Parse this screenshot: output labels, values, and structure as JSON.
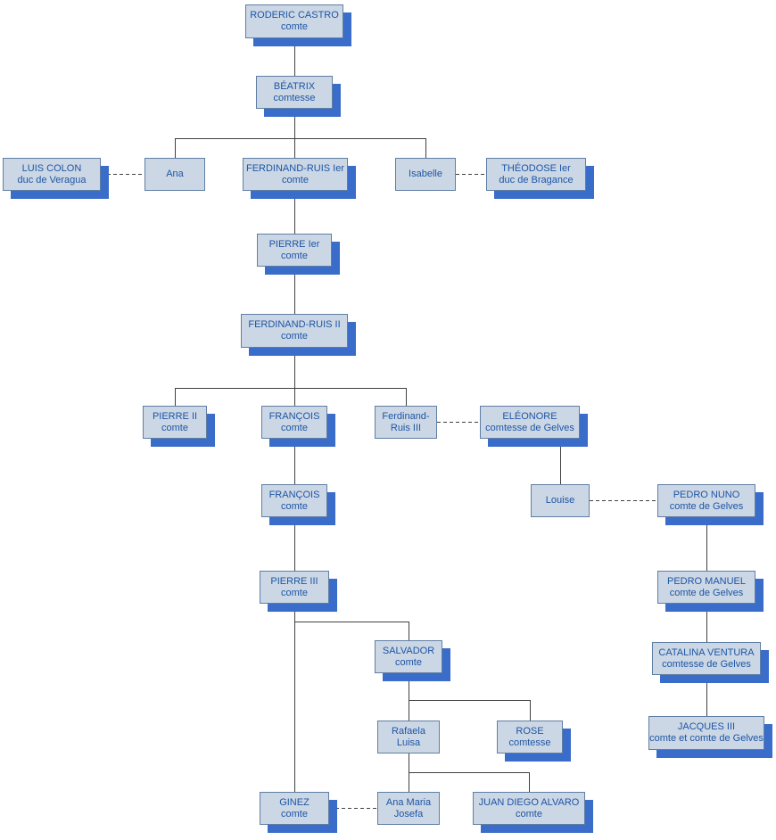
{
  "diagram": {
    "type": "family-tree",
    "colors": {
      "box_fill": "#ccd7e5",
      "box_border": "#5f7ea3",
      "box_text": "#1d55a5",
      "box_shadow": "#3a6cc9",
      "connector_line": "#404040",
      "background": "#ffffff"
    },
    "nodes": {
      "roderic_castro": {
        "line1": "RODERIC CASTRO",
        "line2": "comte"
      },
      "beatrix": {
        "line1": "BÉATRIX",
        "line2": "comtesse"
      },
      "luis_colon": {
        "line1": "LUIS COLON",
        "line2": "duc de Veragua"
      },
      "ana": {
        "line1": "Ana",
        "line2": ""
      },
      "ferdinand_ruis_1": {
        "line1": "FERDINAND-RUIS Ier",
        "line2": "comte"
      },
      "isabelle": {
        "line1": "Isabelle",
        "line2": ""
      },
      "theodose": {
        "line1": "THÉODOSE Ier",
        "line2": "duc de Bragance"
      },
      "pierre_1": {
        "line1": "PIERRE Ier",
        "line2": "comte"
      },
      "ferdinand_ruis_2": {
        "line1": "FERDINAND-RUIS II",
        "line2": "comte"
      },
      "pierre_2": {
        "line1": "PIERRE II",
        "line2": "comte"
      },
      "francois_1": {
        "line1": "FRANÇOIS",
        "line2": "comte"
      },
      "ferdinand_ruis_3": {
        "line1": "Ferdinand-",
        "line2": "Ruis III"
      },
      "eleonore": {
        "line1": "ELÉONORE",
        "line2": "comtesse de Gelves"
      },
      "francois_2": {
        "line1": "FRANÇOIS",
        "line2": "comte"
      },
      "louise": {
        "line1": "Louise",
        "line2": ""
      },
      "pedro_nuno": {
        "line1": "PEDRO NUNO",
        "line2": "comte de Gelves"
      },
      "pierre_3": {
        "line1": "PIERRE III",
        "line2": "comte"
      },
      "pedro_manuel": {
        "line1": "PEDRO MANUEL",
        "line2": "comte de Gelves"
      },
      "salvador": {
        "line1": "SALVADOR",
        "line2": "comte"
      },
      "catalina": {
        "line1": "CATALINA VENTURA",
        "line2": "comtesse de Gelves"
      },
      "rafaela": {
        "line1": "Rafaela",
        "line2": "Luisa"
      },
      "rose": {
        "line1": "ROSE",
        "line2": "comtesse"
      },
      "jacques_3": {
        "line1": "JACQUES III",
        "line2": "comte et comte de Gelves"
      },
      "ginez": {
        "line1": "GINEZ",
        "line2": "comte"
      },
      "ana_maria": {
        "line1": "Ana Maria",
        "line2": "Josefa"
      },
      "juan_diego": {
        "line1": "JUAN DIEGO ALVARO",
        "line2": "comte"
      }
    },
    "marriages": [
      [
        "luis_colon",
        "ana"
      ],
      [
        "isabelle",
        "theodose"
      ],
      [
        "ferdinand_ruis_3",
        "eleonore"
      ],
      [
        "louise",
        "pedro_nuno"
      ],
      [
        "ginez",
        "ana_maria"
      ]
    ],
    "descents": [
      {
        "parent": "roderic_castro",
        "children": [
          "beatrix"
        ]
      },
      {
        "parent": "beatrix",
        "children": [
          "ana",
          "ferdinand_ruis_1",
          "isabelle"
        ]
      },
      {
        "parent": "ferdinand_ruis_1",
        "children": [
          "pierre_1"
        ]
      },
      {
        "parent": "pierre_1",
        "children": [
          "ferdinand_ruis_2"
        ]
      },
      {
        "parent": "ferdinand_ruis_2",
        "children": [
          "pierre_2",
          "francois_1",
          "ferdinand_ruis_3"
        ]
      },
      {
        "parent": "francois_1",
        "children": [
          "francois_2"
        ]
      },
      {
        "parent": "eleonore",
        "children": [
          "louise"
        ]
      },
      {
        "parent": "francois_2",
        "children": [
          "pierre_3"
        ]
      },
      {
        "parent": "pedro_nuno",
        "children": [
          "pedro_manuel"
        ]
      },
      {
        "parent": "pierre_3",
        "children": [
          "salvador",
          "ginez"
        ]
      },
      {
        "parent": "pedro_manuel",
        "children": [
          "catalina"
        ]
      },
      {
        "parent": "salvador",
        "children": [
          "rafaela",
          "rose"
        ]
      },
      {
        "parent": "catalina",
        "children": [
          "jacques_3"
        ]
      },
      {
        "parent": "rafaela",
        "children": [
          "ana_maria",
          "juan_diego"
        ]
      }
    ]
  }
}
